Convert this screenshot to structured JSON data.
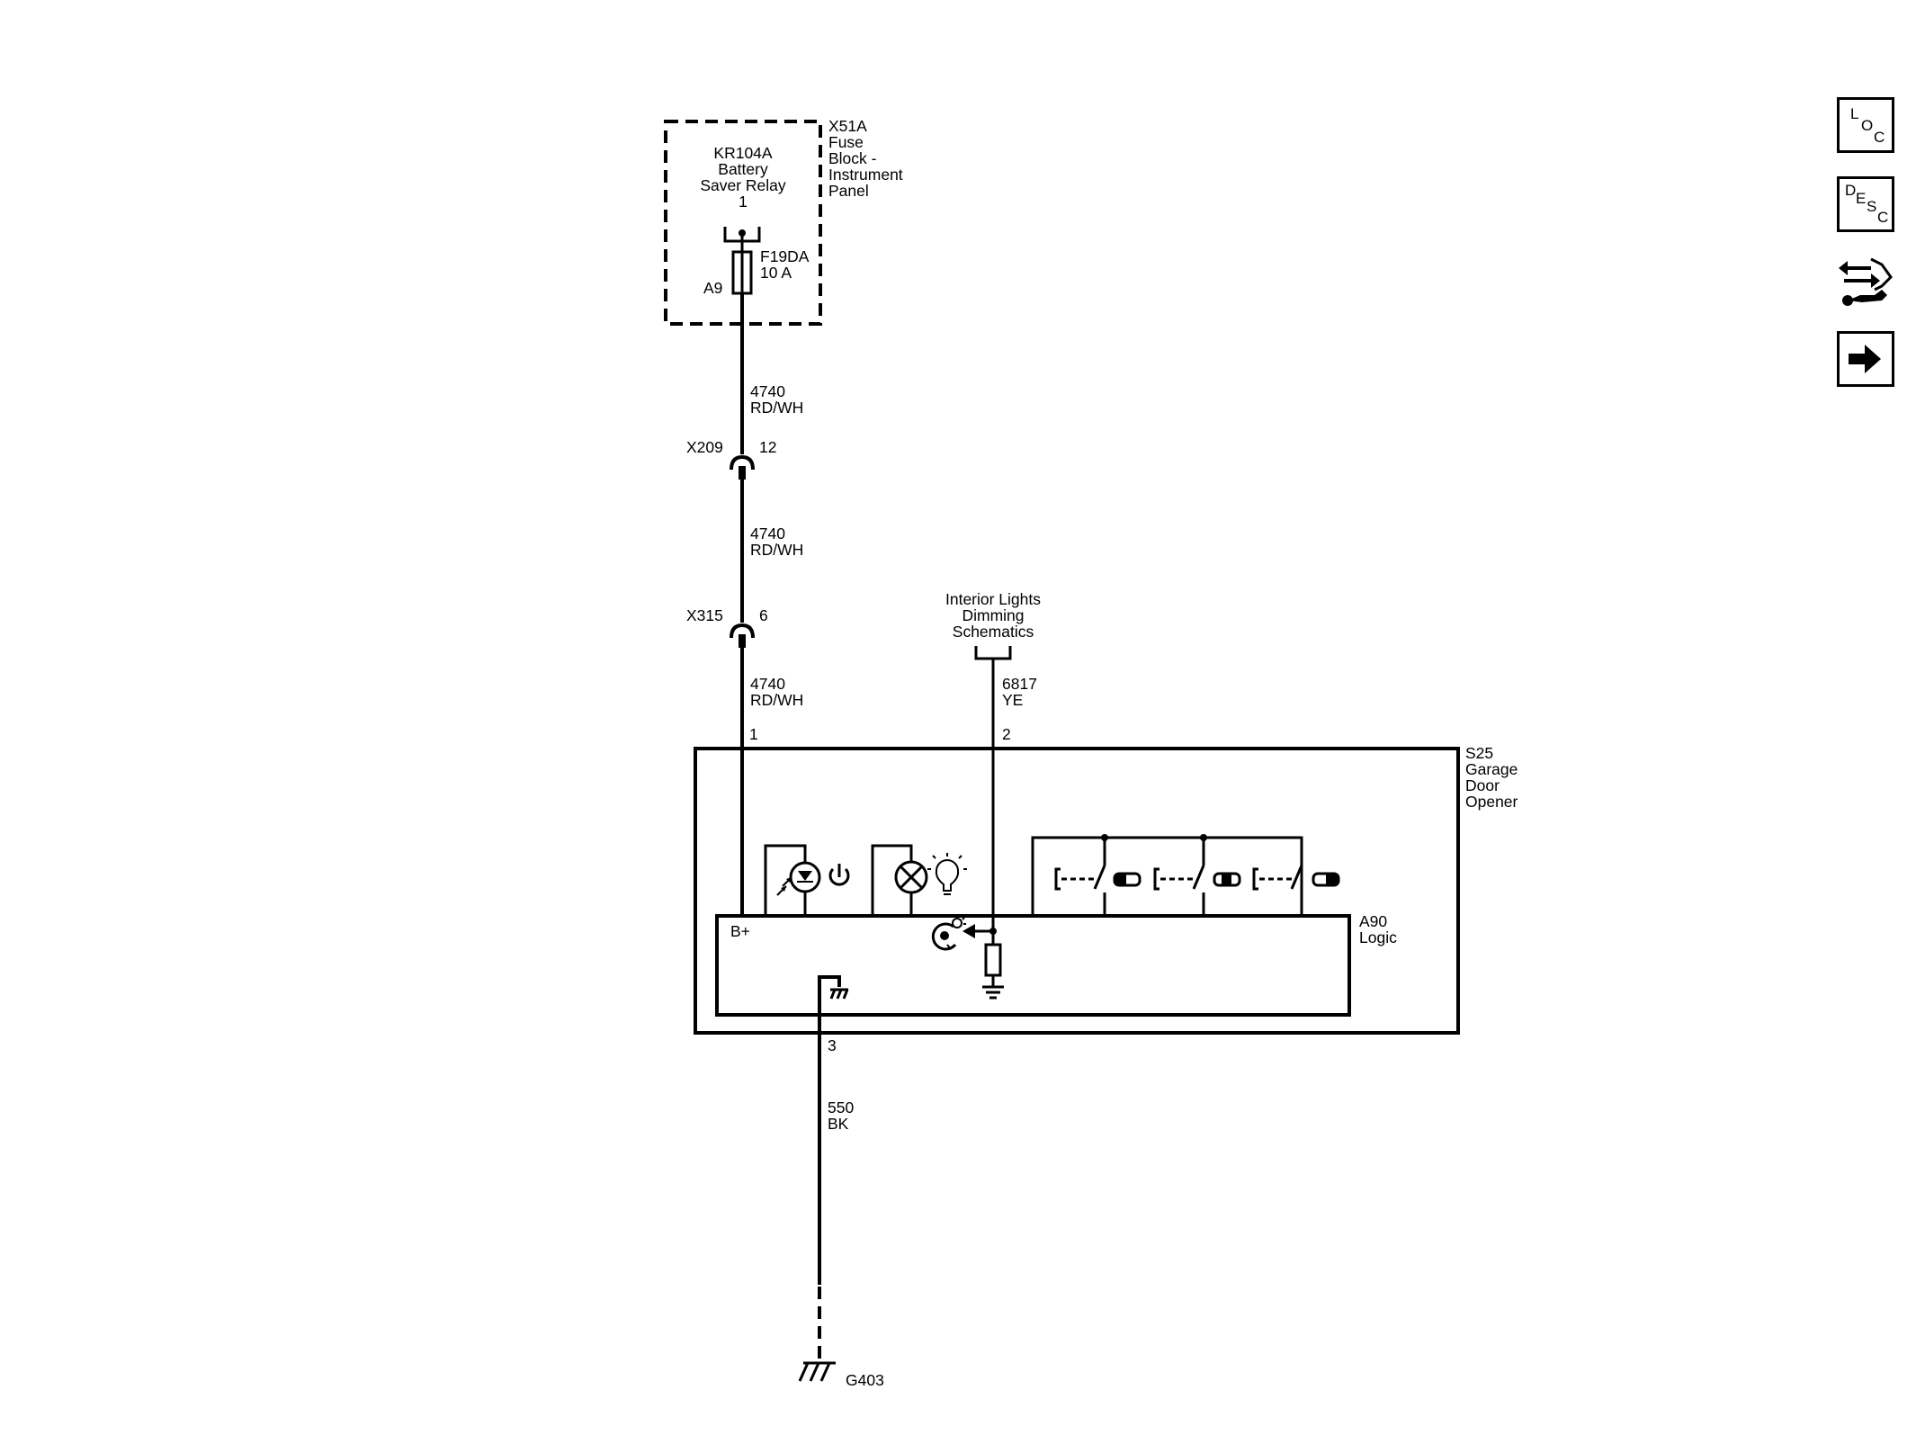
{
  "fuse_block": {
    "connector": "X51A",
    "name_lines": [
      "Fuse",
      "Block -",
      "Instrument",
      "Panel"
    ],
    "relay_lines": [
      "KR104A",
      "Battery",
      "Saver Relay",
      "1"
    ],
    "fuse_id": "F19DA",
    "fuse_rating": "10 A",
    "terminal": "A9"
  },
  "wires": {
    "w1": {
      "circuit": "4740",
      "color": "RD/WH"
    },
    "w2": {
      "circuit": "4740",
      "color": "RD/WH"
    },
    "w3": {
      "circuit": "4740",
      "color": "RD/WH"
    },
    "dimming": {
      "circuit": "6817",
      "color": "YE"
    },
    "ground": {
      "circuit": "550",
      "color": "BK"
    }
  },
  "connectors": {
    "x209": {
      "name": "X209",
      "pin": "12"
    },
    "x315": {
      "name": "X315",
      "pin": "6"
    }
  },
  "dimming_ref": {
    "lines": [
      "Interior Lights",
      "Dimming",
      "Schematics"
    ]
  },
  "module": {
    "lines": [
      "S25",
      "Garage",
      "Door",
      "Opener"
    ],
    "pin1": "1",
    "pin2": "2",
    "pin3": "3",
    "logic_lines": [
      "A90",
      "Logic"
    ],
    "bplus": "B+"
  },
  "ground_point": "G403",
  "nav": {
    "loc": [
      "L",
      "O",
      "C"
    ],
    "desc": [
      "D",
      "E",
      "S",
      "C"
    ]
  },
  "icons": {
    "loc": "loc-icon",
    "desc": "desc-icon",
    "tool": "connector-repair-icon",
    "next": "arrow-right-icon"
  }
}
